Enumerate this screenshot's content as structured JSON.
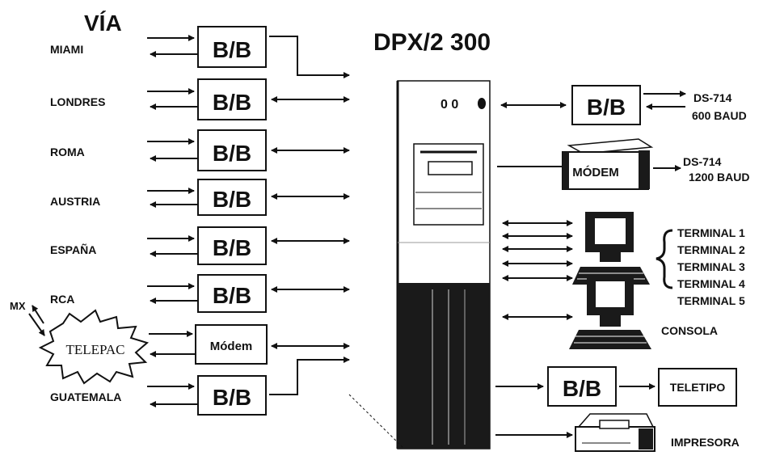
{
  "title": "DPX/2 300",
  "via_header": "VÍA",
  "bb_label": "B/B",
  "modem_label": "Módem",
  "modem_right_label": "MÓDEM",
  "routes": {
    "miami": "MIAMI",
    "londres": "LONDRES",
    "roma": "ROMA",
    "austria": "AUSTRIA",
    "espana": "ESPAÑA",
    "rca": "RCA",
    "guatemala": "GUATEMALA"
  },
  "mx_label": "MX",
  "telepac_label": "TELEPAC",
  "right": {
    "ds714_a": "DS-714",
    "baud_a": "600 BAUD",
    "ds714_b": "DS-714",
    "baud_b": "1200 BAUD",
    "terminals": [
      "TERMINAL 1",
      "TERMINAL 2",
      "TERMINAL 3",
      "TERMINAL 4",
      "TERMINAL 5"
    ],
    "consola": "CONSOLA",
    "teletipo": "TELETIPO",
    "impresora": "IMPRESORA"
  },
  "indicator_text": "0 0",
  "colors": {
    "ink": "#111111",
    "paper": "#ffffff",
    "cabinet_dark": "#1a1a1a"
  }
}
